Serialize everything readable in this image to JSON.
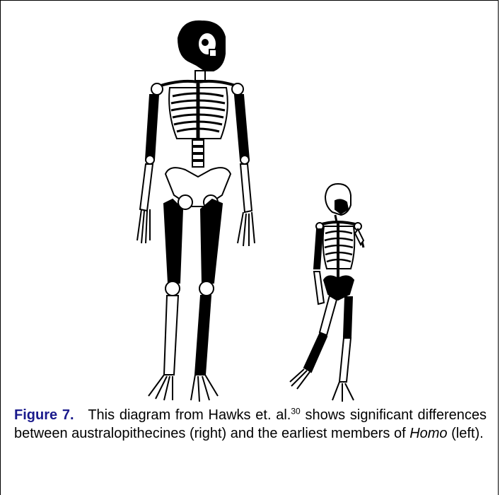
{
  "figure": {
    "label": "Figure 7.",
    "caption_pre": "This diagram from Hawks et. al.",
    "citation": "30",
    "caption_mid": " shows significant differences between australopithecines (right) and the earliest members of ",
    "caption_em": "Homo",
    "caption_post": " (left)."
  },
  "colors": {
    "label": "#1a1a8c",
    "ink": "#000000"
  }
}
